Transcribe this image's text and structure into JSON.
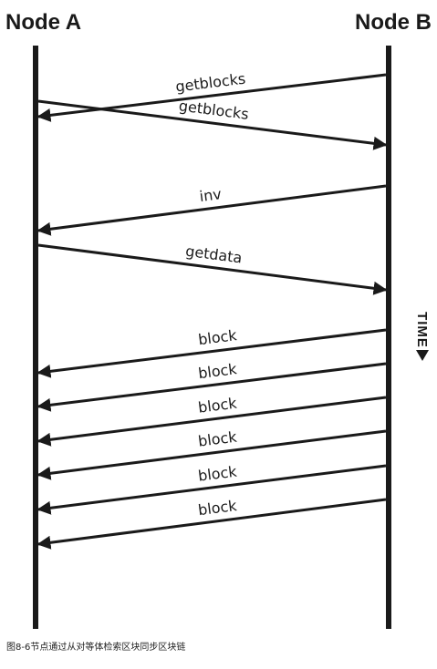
{
  "nodes": {
    "left": "Node A",
    "right": "Node B"
  },
  "time_label": "TIME",
  "messages": [
    {
      "label": "getblocks",
      "from": "Node B",
      "to": "Node A"
    },
    {
      "label": "getblocks",
      "from": "Node A",
      "to": "Node B"
    },
    {
      "label": "inv",
      "from": "Node B",
      "to": "Node A"
    },
    {
      "label": "getdata",
      "from": "Node A",
      "to": "Node B"
    },
    {
      "label": "block",
      "from": "Node B",
      "to": "Node A"
    },
    {
      "label": "block",
      "from": "Node B",
      "to": "Node A"
    },
    {
      "label": "block",
      "from": "Node B",
      "to": "Node A"
    },
    {
      "label": "block",
      "from": "Node B",
      "to": "Node A"
    },
    {
      "label": "block",
      "from": "Node B",
      "to": "Node A"
    },
    {
      "label": "block",
      "from": "Node B",
      "to": "Node A"
    }
  ],
  "caption": "图8-6节点通过从对等体检索区块同步区块链",
  "colors": {
    "ink": "#1a1a1a",
    "background": "#ffffff"
  }
}
